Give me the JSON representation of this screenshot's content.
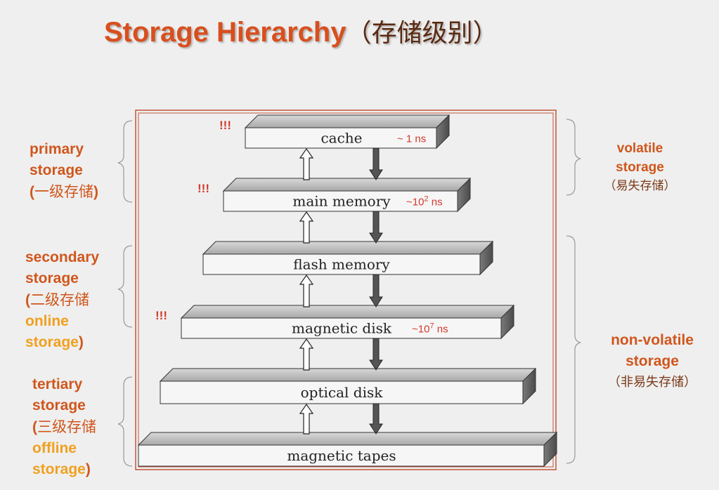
{
  "title": {
    "main": "Storage Hierarchy",
    "cn": "（存储级别）"
  },
  "left_labels": {
    "primary": {
      "l1": "primary",
      "l2": "storage",
      "l3_open": "(",
      "l3_cn": "一级存储",
      "l3_close": ")"
    },
    "secondary": {
      "l1": "secondary",
      "l2": "storage",
      "l3_open": "(",
      "l3_cn": "二级存储",
      "l4": "online",
      "l5": "storage",
      "l5_close": ")"
    },
    "tertiary": {
      "l1": "tertiary",
      "l2": "storage",
      "l3_open": "(",
      "l3_cn": "三级存储",
      "l4": "offline",
      "l5": "storage",
      "l5_close": ")"
    }
  },
  "right_labels": {
    "volatile": {
      "l1": "volatile",
      "l2": "storage",
      "l3": "（易失存储）"
    },
    "nonvolatile": {
      "l1": "non-volatile",
      "l2": "storage",
      "l3": "（非易失存储）"
    }
  },
  "levels": [
    {
      "name": "cache",
      "speed": "~ 1 ns",
      "mark": "!!!"
    },
    {
      "name": "main memory",
      "speed": "~10",
      "speed_exp": "2",
      "speed_unit": " ns",
      "mark": "!!!"
    },
    {
      "name": "flash memory"
    },
    {
      "name": "magnetic disk",
      "speed": "~10",
      "speed_exp": "7",
      "speed_unit": " ns",
      "mark": "!!!"
    },
    {
      "name": "optical disk"
    },
    {
      "name": "magnetic tapes"
    }
  ],
  "colors": {
    "title": "#d84f1e",
    "label": "#d0561c",
    "label_highlight": "#f0a020",
    "speed": "#d23a2a",
    "frame": "#c0553a"
  }
}
